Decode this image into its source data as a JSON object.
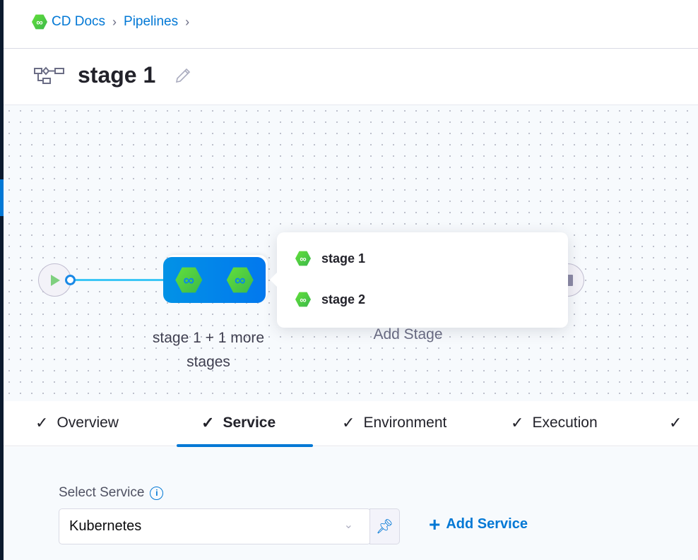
{
  "breadcrumb": {
    "items": [
      "CD Docs",
      "Pipelines"
    ]
  },
  "header": {
    "title": "stage 1"
  },
  "canvas": {
    "stage_group_label": "stage 1 + 1 more stages",
    "add_stage_label": "Add Stage",
    "popover_items": [
      {
        "label": "stage 1"
      },
      {
        "label": "stage 2"
      }
    ]
  },
  "tabs": [
    {
      "label": "Overview",
      "checked": true
    },
    {
      "label": "Service",
      "checked": true,
      "active": true
    },
    {
      "label": "Environment",
      "checked": true
    },
    {
      "label": "Execution",
      "checked": true
    },
    {
      "label": "",
      "checked": true
    }
  ],
  "service": {
    "label": "Select Service",
    "value": "Kubernetes",
    "add_label": "Add Service"
  },
  "colors": {
    "accent": "#0278d5",
    "stage_green": "#4fcf3a",
    "sidebar": "#0b1a2e"
  }
}
